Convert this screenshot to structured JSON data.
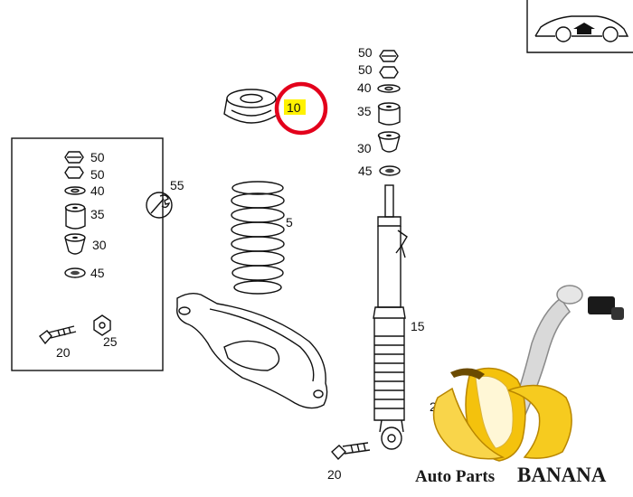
{
  "callouts": {
    "c50a": "50",
    "c50b": "50",
    "c40": "40",
    "c35": "35",
    "c30": "30",
    "c45": "45",
    "b50a": "50",
    "b50b": "50",
    "b40": "40",
    "b35": "35",
    "b30": "30",
    "b45": "45",
    "c55": "55",
    "c5": "5",
    "c10": "10",
    "c15": "15",
    "b20": "20",
    "b25": "25",
    "c20": "20",
    "c25": "25"
  },
  "watermark": {
    "prefix": "Auto Parts",
    "brand": "BANANA"
  },
  "colors": {
    "highlight_circle": "#e3001b",
    "label_highlight": "#fff200",
    "banana": "#f4c20d"
  },
  "icons": {
    "vehicle": "car-front-arrow-icon",
    "tool": "wrench-icon"
  }
}
